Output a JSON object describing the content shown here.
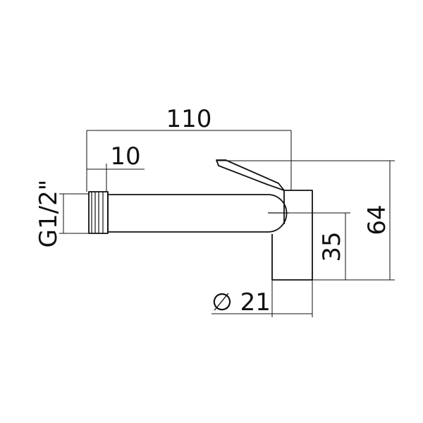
{
  "diagram": {
    "dimensions": {
      "overall_length": "110",
      "thread_length": "10",
      "thread_size": "G1/2\"",
      "height": "64",
      "axis_height": "35",
      "diameter": "∅ 21"
    },
    "colors": {
      "line": "#111111",
      "background": "#ffffff"
    }
  }
}
